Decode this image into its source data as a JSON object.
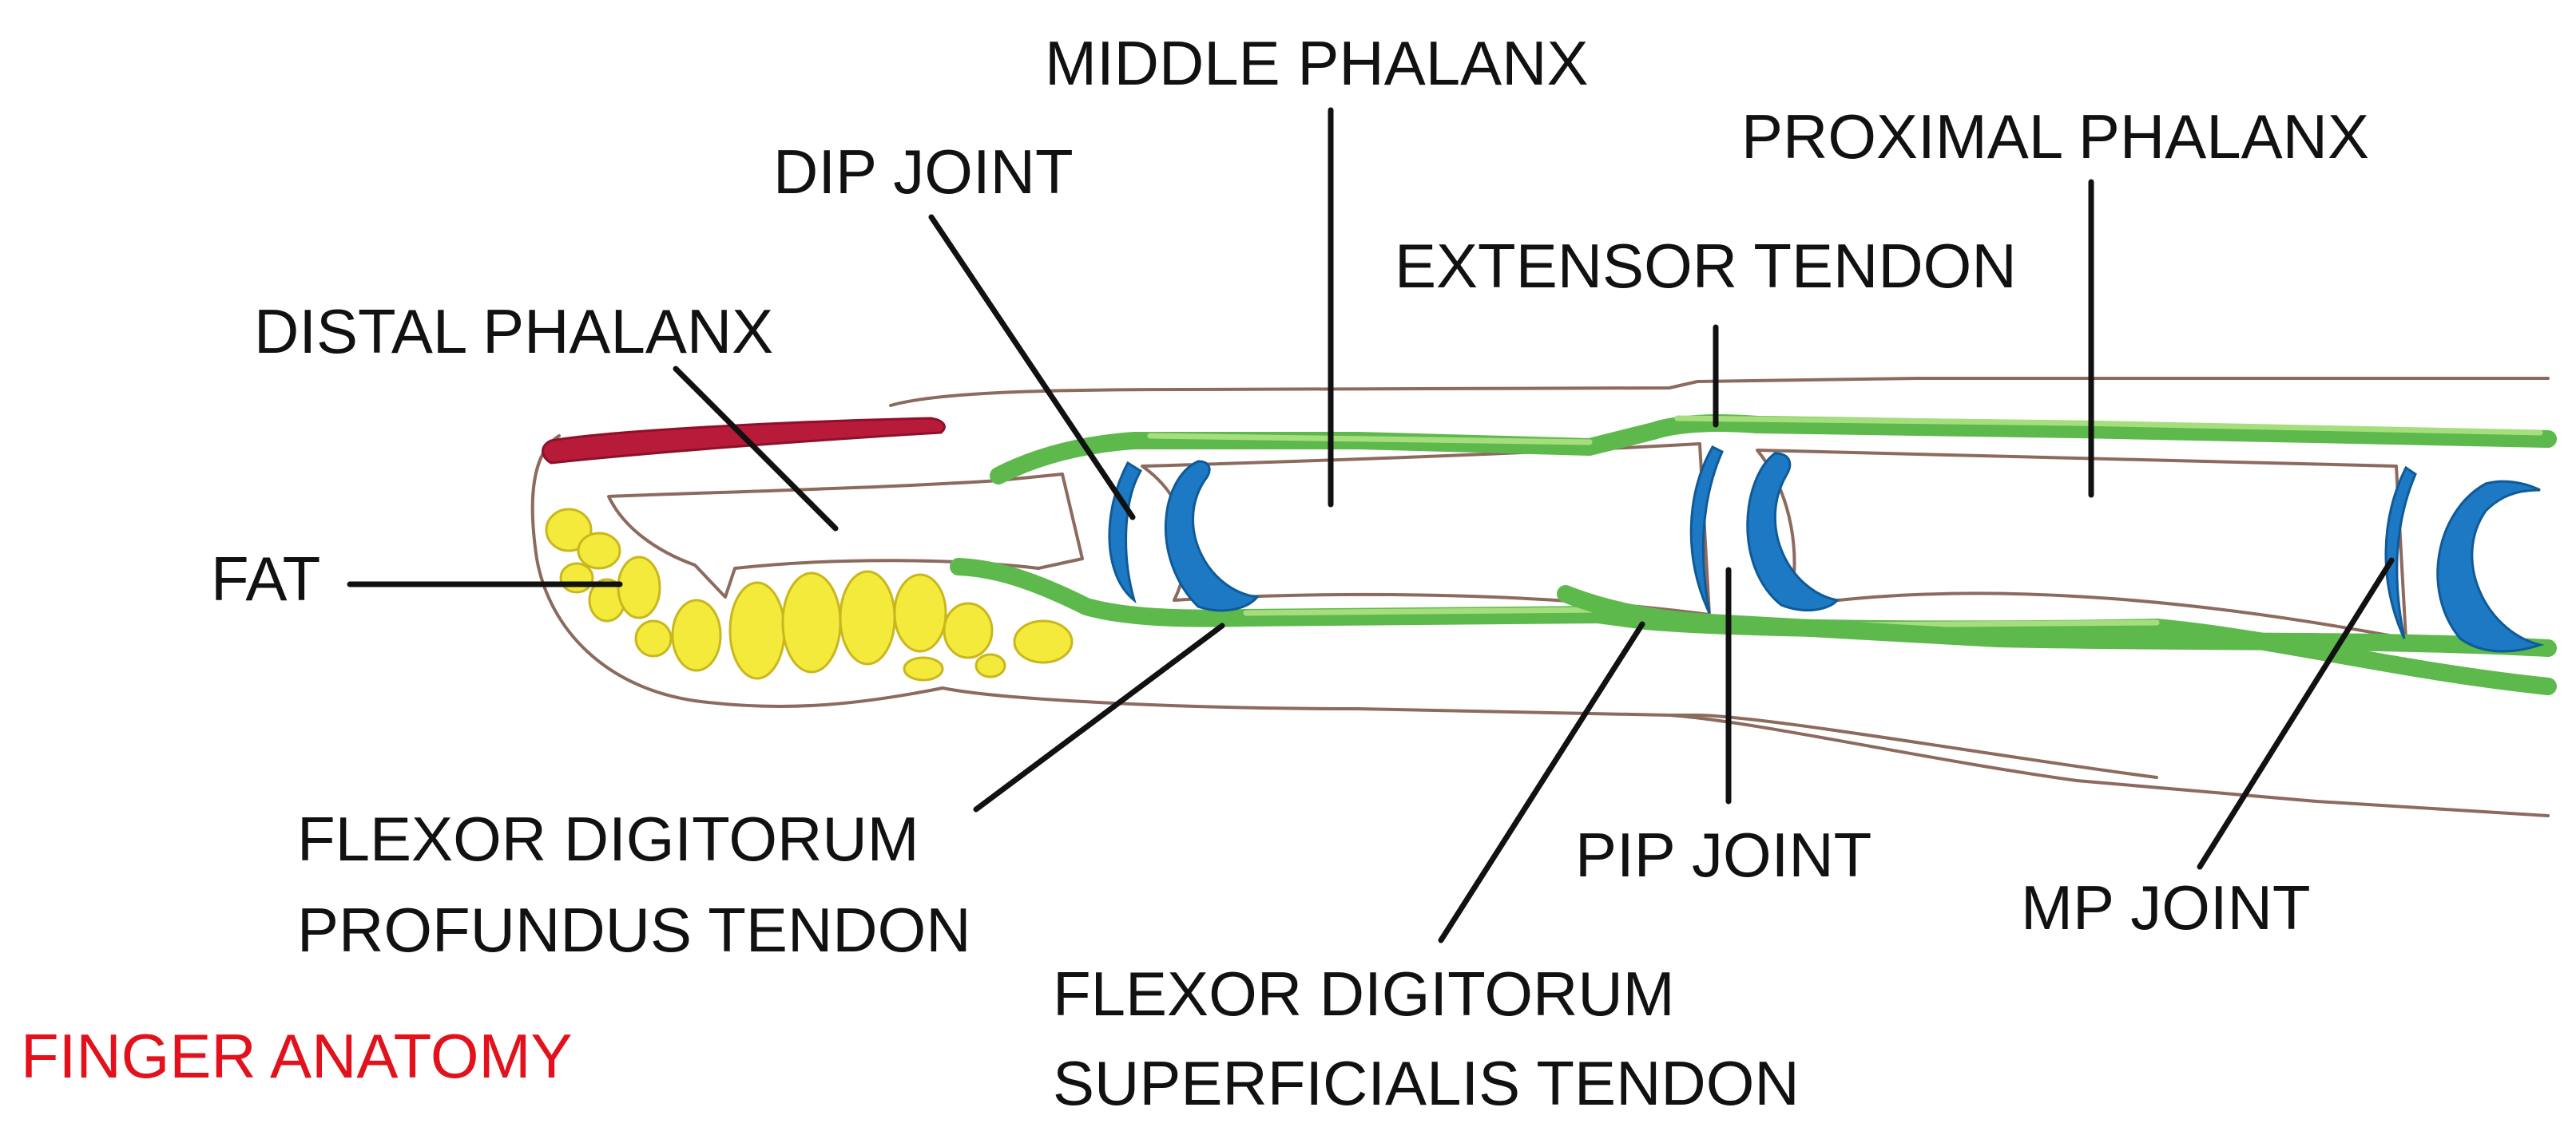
{
  "title": "FINGER ANATOMY",
  "colors": {
    "title": "#e3111b",
    "label": "#111111",
    "nail": "#b81a3a",
    "tendon": "#5eb94d",
    "cartilage": "#1d79c3",
    "fat": "#f4ea3c",
    "skin_outline": "#8c6a5e"
  },
  "labels": {
    "middle_phalanx": "MIDDLE PHALANX",
    "proximal_phalanx": "PROXIMAL PHALANX",
    "dip_joint": "DIP JOINT",
    "extensor_tendon": "EXTENSOR TENDON",
    "distal_phalanx": "DISTAL PHALANX",
    "fat": "FAT",
    "fdp_line1": "FLEXOR DIGITORUM",
    "fdp_line2": "PROFUNDUS TENDON",
    "pip_joint": "PIP JOINT",
    "mp_joint": "MP JOINT",
    "fds_line1": "FLEXOR DIGITORUM",
    "fds_line2": "SUPERFICIALIS TENDON"
  }
}
